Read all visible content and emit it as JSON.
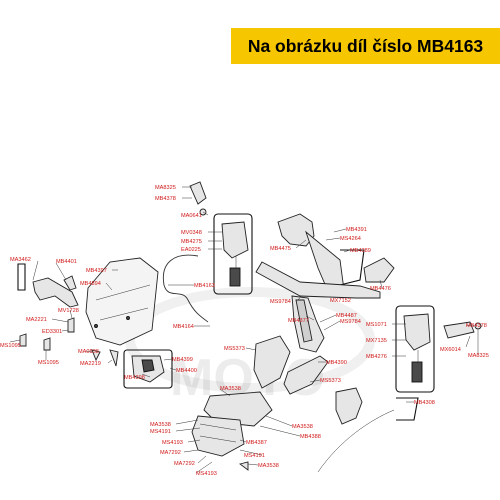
{
  "banner": {
    "text": "Na obrázku díl číslo MB4163",
    "background": "#f6c600"
  },
  "watermark": "MOTO",
  "label_color": "#d01818",
  "labels": [
    {
      "id": "MA8325a",
      "text": "MA8325"
    },
    {
      "id": "MB4378a",
      "text": "MB4378"
    },
    {
      "id": "MA0641",
      "text": "MA0641"
    },
    {
      "id": "MV0348",
      "text": "MV0348"
    },
    {
      "id": "MB4275",
      "text": "MB4275"
    },
    {
      "id": "EA0225",
      "text": "EA0225"
    },
    {
      "id": "MB4391",
      "text": "MB4391"
    },
    {
      "id": "MS4264",
      "text": "MS4264"
    },
    {
      "id": "MB4475",
      "text": "MB4475"
    },
    {
      "id": "MB4389",
      "text": "MB4389"
    },
    {
      "id": "MA3462",
      "text": "MA3462"
    },
    {
      "id": "MB4401",
      "text": "MB4401"
    },
    {
      "id": "MB4397",
      "text": "MB4397"
    },
    {
      "id": "MB4163",
      "text": "MB4163"
    },
    {
      "id": "MB4476",
      "text": "MB4476"
    },
    {
      "id": "MS9784a",
      "text": "MS9784"
    },
    {
      "id": "MB4487",
      "text": "MB4487"
    },
    {
      "id": "MX7152",
      "text": "MX7152"
    },
    {
      "id": "MB4894",
      "text": "MB4894"
    },
    {
      "id": "MV1728",
      "text": "MV1728"
    },
    {
      "id": "MA2221",
      "text": "MA2221"
    },
    {
      "id": "ED3301",
      "text": "ED3301"
    },
    {
      "id": "MS1095a",
      "text": "MS1095"
    },
    {
      "id": "MA0538",
      "text": "MA0538"
    },
    {
      "id": "MS1095b",
      "text": "MS1095"
    },
    {
      "id": "MA2219",
      "text": "MA2219"
    },
    {
      "id": "MB4164",
      "text": "MB4164"
    },
    {
      "id": "MB4377",
      "text": "MB4377"
    },
    {
      "id": "MS9784b",
      "text": "MS9784"
    },
    {
      "id": "MS1071",
      "text": "MS1071"
    },
    {
      "id": "MB4378b",
      "text": "MB4378"
    },
    {
      "id": "MS5373a",
      "text": "MS5373"
    },
    {
      "id": "MX7135",
      "text": "MX7135"
    },
    {
      "id": "MX6014",
      "text": "MX6014"
    },
    {
      "id": "MA8325b",
      "text": "MA8325"
    },
    {
      "id": "MB4276",
      "text": "MB4276"
    },
    {
      "id": "MB4399",
      "text": "MB4399"
    },
    {
      "id": "MB4390",
      "text": "MB4390"
    },
    {
      "id": "MB4398",
      "text": "MB4398"
    },
    {
      "id": "MB4400",
      "text": "MB4400"
    },
    {
      "id": "MS5373b",
      "text": "MS5373"
    },
    {
      "id": "MA3538a",
      "text": "MA3538"
    },
    {
      "id": "MB4308",
      "text": "MB4308"
    },
    {
      "id": "MA3538b",
      "text": "MA3538"
    },
    {
      "id": "MS4191a",
      "text": "MS4191"
    },
    {
      "id": "MA3538c",
      "text": "MA3538"
    },
    {
      "id": "MB4388",
      "text": "MB4388"
    },
    {
      "id": "MS4193a",
      "text": "MS4193"
    },
    {
      "id": "MB4387",
      "text": "MB4387"
    },
    {
      "id": "MA7292a",
      "text": "MA7292"
    },
    {
      "id": "MS4191b",
      "text": "MS4191"
    },
    {
      "id": "MA7292b",
      "text": "MA7292"
    },
    {
      "id": "MA3538d",
      "text": "MA3538"
    },
    {
      "id": "MS4193b",
      "text": "MS4193"
    }
  ]
}
